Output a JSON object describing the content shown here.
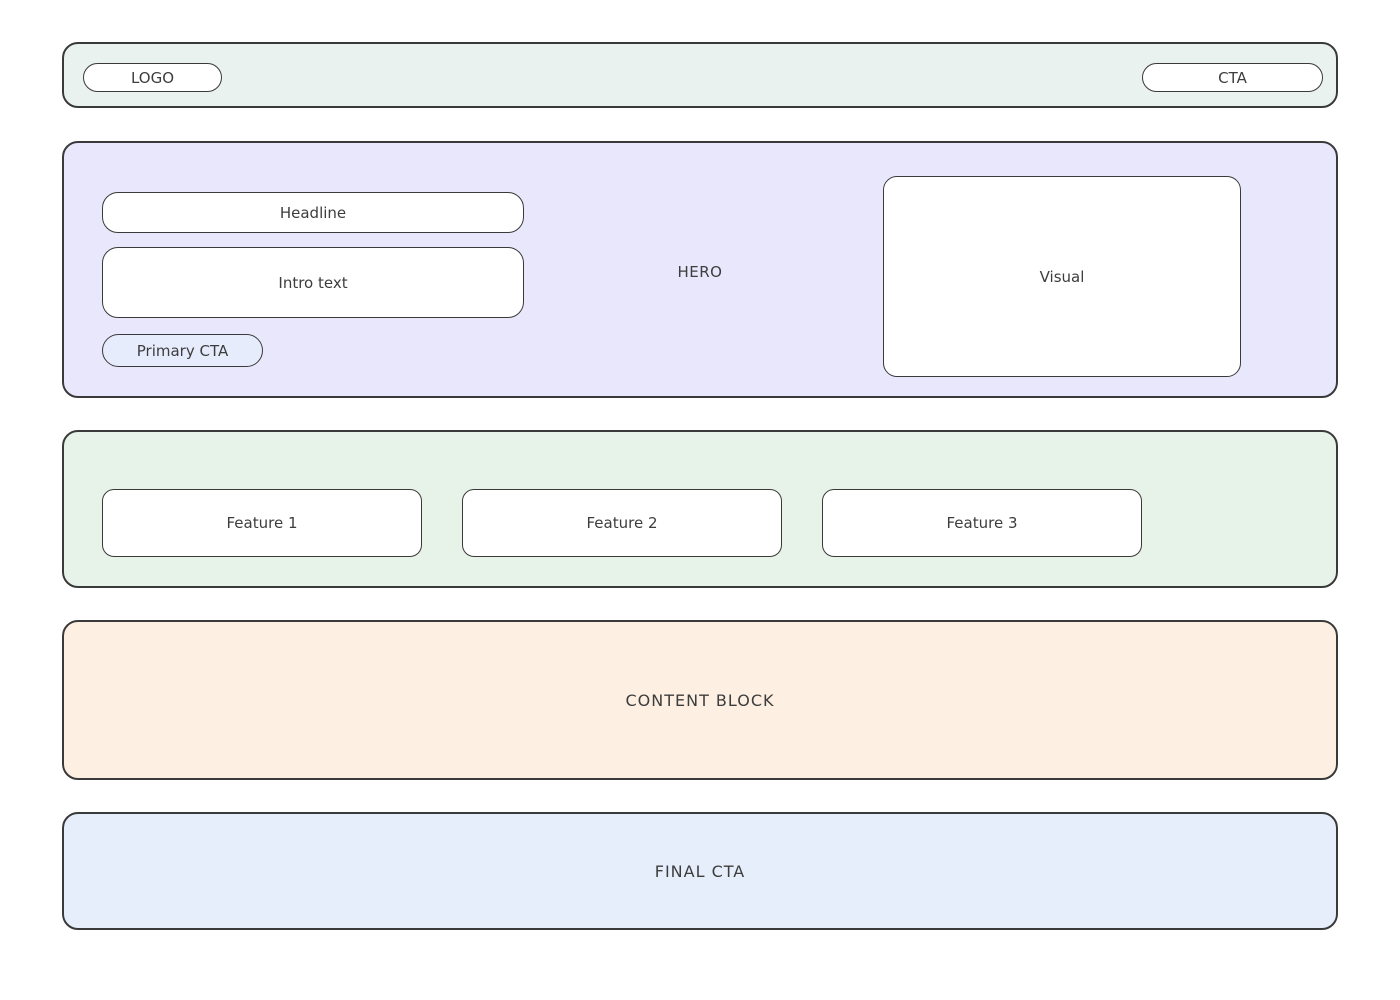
{
  "page": {
    "background": "#ffffff",
    "text_color": "#3d3d3d",
    "border_color": "#3a3a3a"
  },
  "header": {
    "bg": "#e9f2ef",
    "logo_label": "LOGO",
    "cta_label": "CTA"
  },
  "hero": {
    "bg": "#e9e7fb",
    "label": "HERO",
    "headline_label": "Headline",
    "intro_label": "Intro text",
    "primary_cta_label": "Primary CTA",
    "primary_cta_bg": "#e7ecfc",
    "visual_label": "Visual"
  },
  "features": {
    "bg": "#e7f2e9",
    "items": [
      {
        "label": "Feature 1"
      },
      {
        "label": "Feature 2"
      },
      {
        "label": "Feature 3"
      }
    ]
  },
  "content_block": {
    "bg": "#fdf0e2",
    "label": "CONTENT BLOCK"
  },
  "final_cta": {
    "bg": "#e7eefb",
    "label": "FINAL CTA"
  }
}
